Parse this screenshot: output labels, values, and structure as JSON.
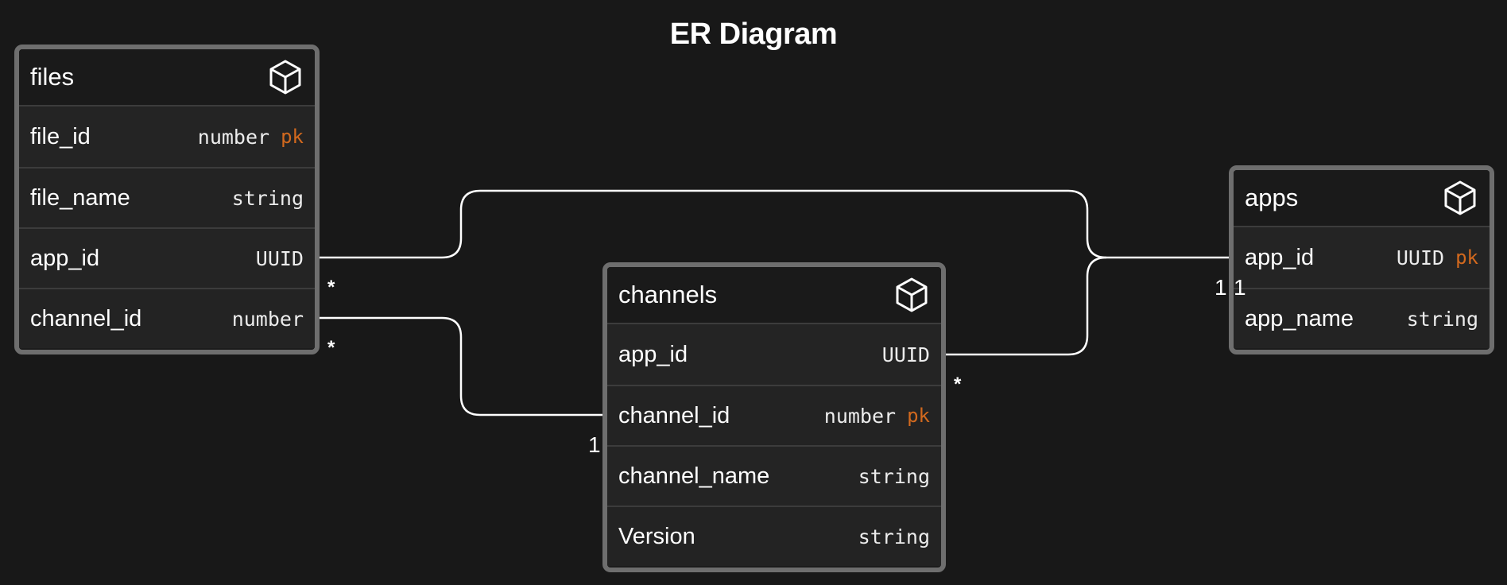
{
  "title": "ER Diagram",
  "colors": {
    "background": "#181818",
    "entity_border": "#6e6e6e",
    "line": "#ffffff",
    "pk": "#d2691e"
  },
  "entities": {
    "files": {
      "name": "files",
      "icon": "cube-icon",
      "fields": [
        {
          "name": "file_id",
          "type": "number",
          "key": "pk"
        },
        {
          "name": "file_name",
          "type": "string",
          "key": ""
        },
        {
          "name": "app_id",
          "type": "UUID",
          "key": ""
        },
        {
          "name": "channel_id",
          "type": "number",
          "key": ""
        }
      ]
    },
    "channels": {
      "name": "channels",
      "icon": "cube-icon",
      "fields": [
        {
          "name": "app_id",
          "type": "UUID",
          "key": ""
        },
        {
          "name": "channel_id",
          "type": "number",
          "key": "pk"
        },
        {
          "name": "channel_name",
          "type": "string",
          "key": ""
        },
        {
          "name": "Version",
          "type": "string",
          "key": ""
        }
      ]
    },
    "apps": {
      "name": "apps",
      "icon": "cube-icon",
      "fields": [
        {
          "name": "app_id",
          "type": "UUID",
          "key": "pk"
        },
        {
          "name": "app_name",
          "type": "string",
          "key": ""
        }
      ]
    }
  },
  "relationships": [
    {
      "from": "files.app_id",
      "to": "apps.app_id",
      "from_card": "*",
      "to_card": "1"
    },
    {
      "from": "files.channel_id",
      "to": "channels.channel_id",
      "from_card": "*",
      "to_card": "1"
    },
    {
      "from": "channels.app_id",
      "to": "apps.app_id",
      "from_card": "*",
      "to_card": "1"
    }
  ]
}
